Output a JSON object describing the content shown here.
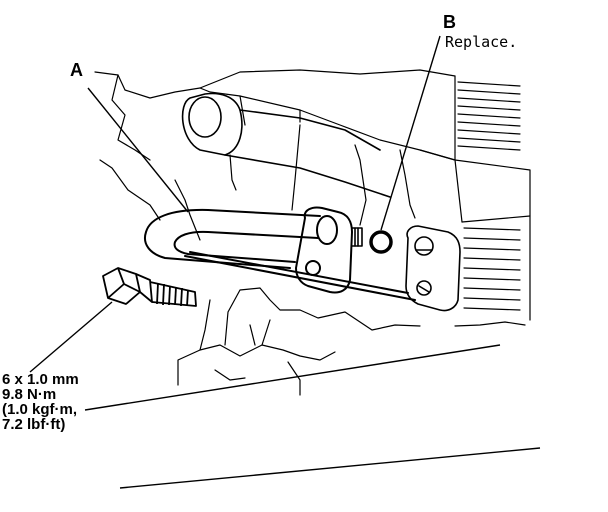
{
  "callouts": {
    "a": {
      "letter": "A"
    },
    "b": {
      "letter": "B",
      "note": "Replace."
    }
  },
  "spec": {
    "line1": "6 x 1.0 mm",
    "line2": "9.8 N·m",
    "line3": "(1.0 kgf·m,",
    "line4": "7.2 lbf·ft)"
  },
  "colors": {
    "ink": "#000000",
    "background": "#ffffff"
  }
}
